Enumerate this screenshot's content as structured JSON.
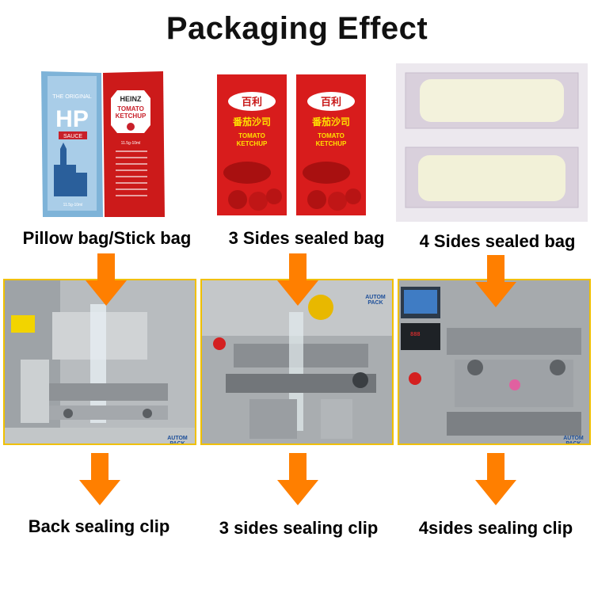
{
  "title": "Packaging Effect",
  "bag_types": [
    "Pillow bag/Stick bag",
    "3 Sides sealed bag",
    "4 Sides sealed bag"
  ],
  "sealing_clips": [
    "Back sealing clip",
    "3 sides sealing clip",
    "4sides sealing clip"
  ],
  "products": {
    "hp": {
      "brand": "HP",
      "top": "THE ORIGINAL",
      "name": "SAUCE",
      "size": "11.5g-10ml"
    },
    "heinz": {
      "brand": "HEINZ",
      "line1": "TOMATO",
      "line2": "KETCHUP",
      "size": "11.5g-10ml"
    },
    "baili": {
      "brand": "百利",
      "cn": "番茄沙司",
      "line1": "TOMATO",
      "line2": "KETCHUP"
    }
  },
  "watermark": "AUTOM PACK",
  "colors": {
    "arrow": "#ff7f00",
    "panel_border": "#f0c000"
  }
}
